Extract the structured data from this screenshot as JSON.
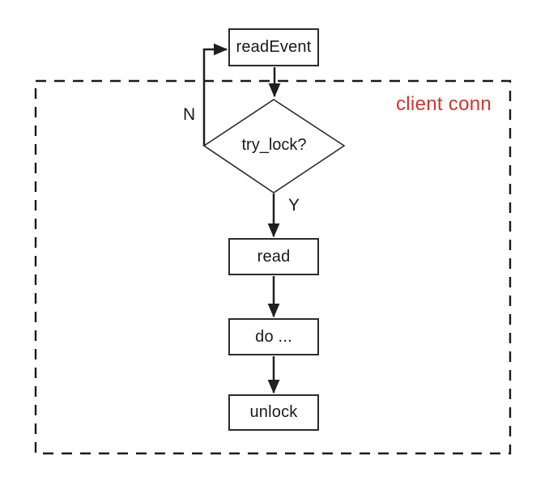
{
  "diagram": {
    "type": "flowchart",
    "region": {
      "label": "client conn",
      "label_color": "#d3342c",
      "border_style": "dashed",
      "border_color": "#1a1a1a"
    },
    "nodes": {
      "read_event": {
        "label": "readEvent",
        "shape": "rect"
      },
      "try_lock": {
        "label": "try_lock?",
        "shape": "diamond"
      },
      "read": {
        "label": "read",
        "shape": "rect"
      },
      "do": {
        "label": "do ...",
        "shape": "rect"
      },
      "unlock": {
        "label": "unlock",
        "shape": "rect"
      }
    },
    "branch_labels": {
      "no": "N",
      "yes": "Y"
    },
    "edges": [
      {
        "from": "read_event",
        "to": "try_lock"
      },
      {
        "from": "try_lock",
        "to": "read",
        "label": "Y"
      },
      {
        "from": "try_lock",
        "to": "read_event",
        "label": "N"
      },
      {
        "from": "read",
        "to": "do"
      },
      {
        "from": "do",
        "to": "unlock"
      }
    ],
    "line_color": "#1f1f1f"
  }
}
